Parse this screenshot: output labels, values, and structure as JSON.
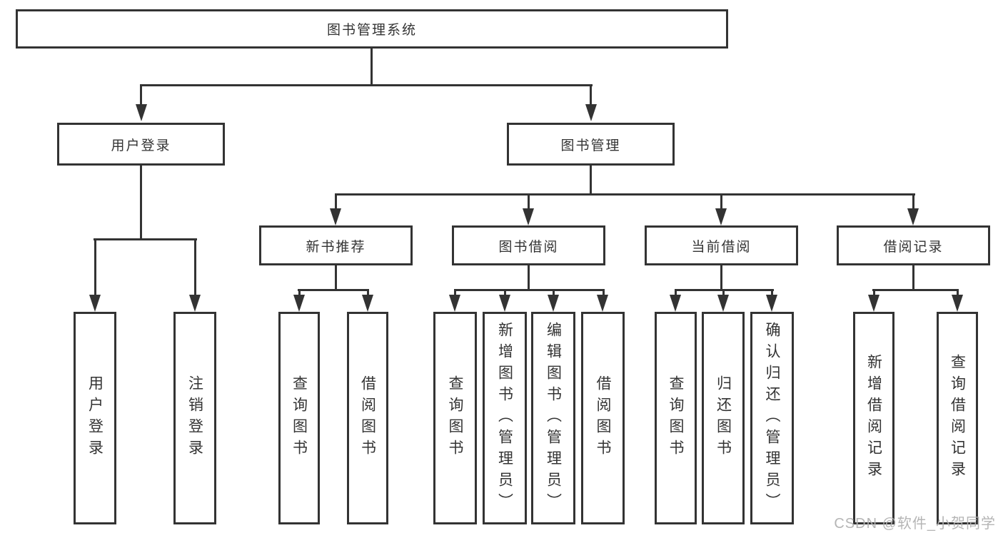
{
  "colors": {
    "line": "#333333",
    "text": "#333333",
    "background": "#ffffff",
    "watermark": "#b1b1b1"
  },
  "watermark": {
    "text": "CSDN @软件_小贺同学"
  },
  "diagram": {
    "root": {
      "label": "图书管理系统"
    },
    "level2": [
      {
        "label": "用户登录",
        "children": [
          {
            "label": "用户登录"
          },
          {
            "label": "注销登录"
          }
        ]
      },
      {
        "label": "图书管理",
        "groups": [
          {
            "label": "新书推荐",
            "children": [
              {
                "label": "查询图书"
              },
              {
                "label": "借阅图书"
              }
            ]
          },
          {
            "label": "图书借阅",
            "children": [
              {
                "label": "查询图书"
              },
              {
                "label": "新增图书（管理员）"
              },
              {
                "label": "编辑图书（管理员）"
              },
              {
                "label": "借阅图书"
              }
            ]
          },
          {
            "label": "当前借阅",
            "children": [
              {
                "label": "查询图书"
              },
              {
                "label": "归还图书"
              },
              {
                "label": "确认归还（管理员）"
              }
            ]
          },
          {
            "label": "借阅记录",
            "children": [
              {
                "label": "新增借阅记录"
              },
              {
                "label": "查询借阅记录"
              }
            ]
          }
        ]
      }
    ]
  }
}
